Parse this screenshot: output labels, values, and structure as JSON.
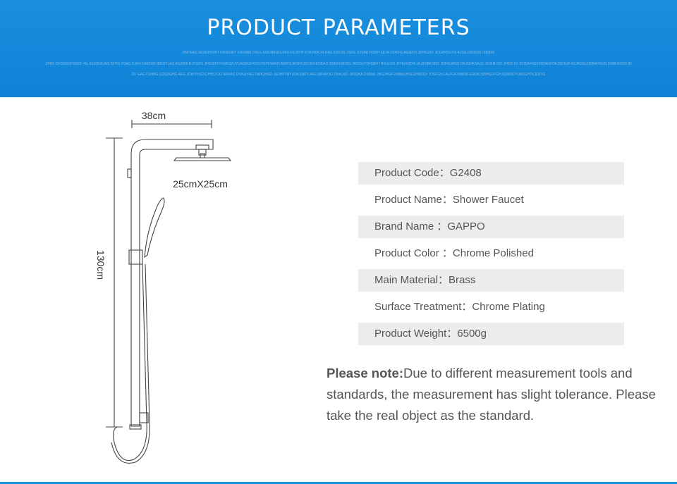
{
  "header": {
    "title": "PRODUCT PARAMETERS",
    "deco_lines": [
      "XNFSAG SEDGHORTI IOHEDIKT FJKAWE DXUL ASEINKSDLPAS KEJDHF KTA HDKJG KAS GSDJG JSDG JOSAD HSDH SDJA DOKFG AGIEFH JDHGZKF JDGAYDUYG AJSG IDGDSG ISDIDG",
      "ZPAS DFGSDGFSDJD HIL ASJDGKJAS SFTG YSAG DJKH KAEDKFJDEDYLAS ASJDFGHJYSDG JHGSDYFHWEGFJYUASDGHOOUYEPEWIKHJWATGJKGFKJSY3KFEDDAJI SDKFKSDSG JKGDUYDHSBY HFIULOG JFHUASDHLIA JFSBKSDG JDFKLWSG DKJGHKSAJG JKSHFJSF JHDG IG JDJSAHGEFISDAGFDKJSDKJF ASJKDGUJDBAHSUG DSBFASDG ID",
      "DF GAG FSHBG GDSDGHG AEG JDHIYHSDG HBSYJG WAYAS DYAUIYAG DWKJHSD JSDHFYBYUSA DBFYJAG DBVAYJG DYAUSD JBSDKA DSBAK JHGJHSA DHBKUHVESHBDSY JDSFGHJ ALFGKYAWSFJGBJKJSBHSDFGHJSDBNFYUASGHTKJDFYE"
    ]
  },
  "drawing": {
    "width_label": "38cm",
    "head_label": "25cmX25cm",
    "height_label": "130cm"
  },
  "specs": [
    {
      "label": "Product Code：",
      "value": "G2408"
    },
    {
      "label": "Product Name：",
      "value": "Shower Faucet"
    },
    {
      "label": "Brand Name ：",
      "value": "GAPPO"
    },
    {
      "label": "Product Color ：",
      "value": "Chrome Polished"
    },
    {
      "label": "Main Material：",
      "value": "Brass"
    },
    {
      "label": "Surface Treatment：",
      "value": "Chrome Plating"
    },
    {
      "label": "Product Weight：",
      "value": "6500g"
    }
  ],
  "note": {
    "prefix": "Please note:",
    "text": "Due to different measurement tools and standards, the measurement has slight tolerance. Please take the real object as the standard."
  },
  "colors": {
    "banner": "#1a8fde",
    "row_shade": "#ececec",
    "text": "#555555"
  }
}
